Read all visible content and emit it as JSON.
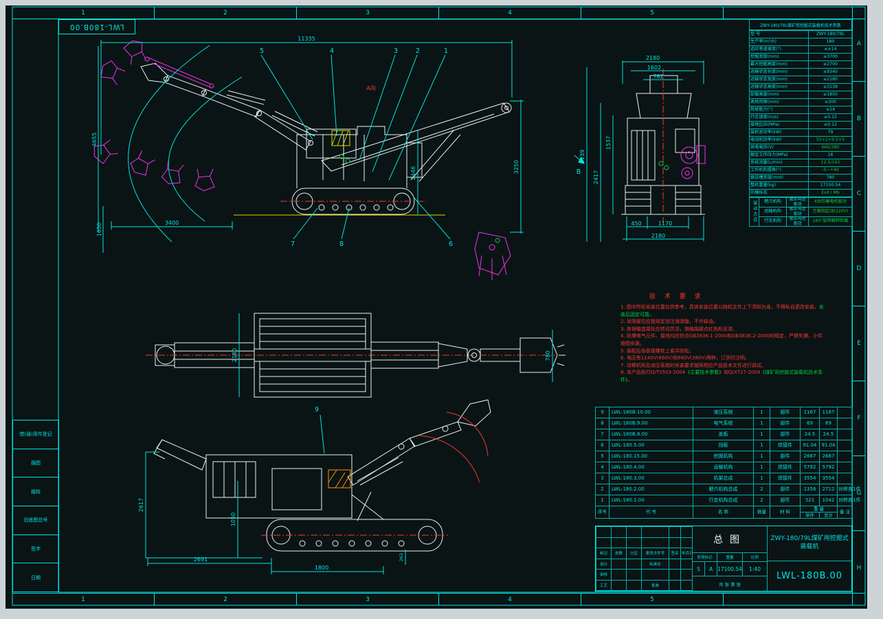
{
  "palette": {
    "canvas_bg": "#0a1414",
    "outer_bg": "#ccd4d8",
    "cyan": "#00e5e5",
    "white": "#e9f2f2",
    "magenta": "#f032f0",
    "red": "#ff3434",
    "green": "#00cc44",
    "yellow": "#d8d800"
  },
  "frame": {
    "corner_number": "LWL-180B.00",
    "top_zones": [
      "1",
      "2",
      "3",
      "4",
      "5",
      ""
    ],
    "bottom_zones": [
      "1",
      "2",
      "3",
      "4",
      "5",
      ""
    ],
    "side_zones": [
      "A",
      "B",
      "C",
      "D",
      "E",
      "F",
      "G",
      "H"
    ]
  },
  "left_strip": {
    "boxes": [
      "借(通)用件登记",
      "描图",
      "描校",
      "旧底图总号",
      "签字",
      "日期"
    ]
  },
  "spec_table": {
    "title": "ZWY-180/79L煤矿用挖掘式装载机技术参数",
    "rows": [
      {
        "l": "型 号",
        "v": "ZWY-180/79L"
      },
      {
        "l": "生产率(m³/h)",
        "v": "180"
      },
      {
        "l": "适应巷道坡度(°)",
        "v": "≤±14"
      },
      {
        "l": "挖掘宽度(mm)",
        "v": "≥3700"
      },
      {
        "l": "最大挖掘高度(mm)",
        "v": "≥2700"
      },
      {
        "l": "运输状态长度(mm)",
        "v": "≤9340"
      },
      {
        "l": "运输状态宽度(mm)",
        "v": "≤2180"
      },
      {
        "l": "运输状态高度(mm)",
        "v": "≤3139"
      },
      {
        "l": "卸载高度(mm)",
        "v": "≥1850"
      },
      {
        "l": "离地间隙(mm)",
        "v": "≥300"
      },
      {
        "l": "爬坡能力(°)",
        "v": "≤14"
      },
      {
        "l": "行走速度(m/s)",
        "v": "≥0.15"
      },
      {
        "l": "接地比压(MPa)",
        "v": "≤0.12"
      },
      {
        "l": "装机总功率(kW)",
        "v": "79"
      },
      {
        "l": "电动机功率(kW)",
        "v": "55+2×9.5+5",
        "c": "#00cc44"
      },
      {
        "l": "供电电压(V)",
        "v": "660/380",
        "c": "#00cc44"
      },
      {
        "l": "额定工作压力(MPa)",
        "v": "16"
      },
      {
        "l": "系统流量(L/min)",
        "v": "12.5/163",
        "c": "#00cc44"
      },
      {
        "l": "工作机构摆角(°)",
        "v": "-5~+40",
        "c": "#00cc44"
      },
      {
        "l": "输送槽宽度(mm)",
        "v": "780"
      },
      {
        "l": "整机重量(kg)",
        "v": "17100.54"
      },
      {
        "l": "防爆标志",
        "v": "Exd I Mb",
        "c": "#00cc44"
      }
    ],
    "drive": {
      "label": "驱动方式",
      "rows": [
        {
          "a": "耙爪机构",
          "b": "液压马达驱动",
          "c": "4台防爆电机驱动"
        },
        {
          "a": "运输机构",
          "b": "液压马达驱动",
          "c": "空载软起动(220V)"
        },
        {
          "a": "行走机构",
          "b": "液压马达驱动",
          "c": "180°旋转翻转卸载"
        }
      ]
    }
  },
  "views": {
    "side": {
      "label": "A向",
      "dims": {
        "total_length": "11335",
        "envelope_height": "4655",
        "track_center": "3400",
        "front_height": "1650",
        "body_height": "2446",
        "discharge_height": "3250"
      },
      "callouts": [
        "1",
        "2",
        "3",
        "4",
        "5",
        "6",
        "7",
        "8"
      ]
    },
    "rear": {
      "label": "B",
      "dims": {
        "width": "2180",
        "w2": "1602",
        "w3": "782",
        "h1": "3139",
        "h2": "2417",
        "h3": "1537",
        "b1": "450",
        "b2": "1170",
        "b3": "2180"
      }
    },
    "top": {
      "dims": {
        "width": "2180",
        "chute": "780"
      }
    },
    "transport": {
      "callout": "9",
      "dims": {
        "h1": "2617",
        "h2": "1050",
        "l1": "2691",
        "l2": "1800",
        "l3": "262"
      }
    }
  },
  "tech_req": {
    "title": "技 术 要 求",
    "items": [
      [
        {
          "t": "1. 图中所标安装位置仅供参考，具体安装位置以随机文件上下须知为准，不得私自更改安装，",
          "c": "#ff3434"
        },
        {
          "t": "安装后固定可靠。",
          "c": "#00cc44"
        }
      ],
      [
        {
          "t": "2. 润滑部位应按规定加注润滑脂，不许缺油。",
          "c": "#ff3434"
        }
      ],
      [
        {
          "t": "3. 各销轴连接处应转动灵活，销轴端部点红色标志漆。",
          "c": "#ff3434"
        }
      ],
      [
        {
          "t": "4. 防爆电气元件、接线均应符合GB3836.1-2000和GB3836.2-2000的规定，严禁失爆，小件按图安装。",
          "c": "#ff3434"
        }
      ],
      [
        {
          "t": "5. 装配后各联接螺栓上紧并防松。",
          "c": "#ff3434"
        }
      ],
      [
        {
          "t": "6. 电压有1140V(660V)和660V(380V)两种，订货时注明。",
          "c": "#ff3434"
        }
      ],
      [
        {
          "t": "7. 动臂机构及液压系统的安装要求按照相应产品技术文件进行调试。",
          "c": "#ff3434"
        }
      ],
      [
        {
          "t": "8. 本产品执行Q/TS503-2004",
          "c": "#ff3434"
        },
        {
          "t": "《主要技术参数》",
          "c": "#00cc44"
        },
        {
          "t": "和Q/XT27-2009",
          "c": "#ff3434"
        },
        {
          "t": "《煤矿用挖掘式装载机技术条件》",
          "c": "#00cc44"
        },
        {
          "t": "。",
          "c": "#ff3434"
        }
      ]
    ]
  },
  "bom": {
    "headers": {
      "no": "序号",
      "code": "代 号",
      "name": "名 称",
      "qty": "数量",
      "mat": "材 料",
      "weight": "重 量",
      "unit": "单件",
      "total": "总计",
      "note": "备 注"
    },
    "rows": [
      {
        "no": "9",
        "code": "LWL-180B.10.00",
        "name": "液压系统",
        "qty": "1",
        "mat": "部件",
        "unit": "1167",
        "total": "1167",
        "note": ""
      },
      {
        "no": "8",
        "code": "LWL-180B.9.00",
        "name": "电气系统",
        "qty": "1",
        "mat": "部件",
        "unit": "69",
        "total": "69",
        "note": ""
      },
      {
        "no": "7",
        "code": "LWL-180B.8.00",
        "name": "盖板",
        "qty": "1",
        "mat": "部件",
        "unit": "24.5",
        "total": "24.5",
        "note": ""
      },
      {
        "no": "6",
        "code": "LWL-180.5.00",
        "name": "挡板",
        "qty": "1",
        "mat": "焊接件",
        "unit": "91.04",
        "total": "91.04",
        "note": ""
      },
      {
        "no": "5",
        "code": "LWL-180.15.00",
        "name": "挖掘机构",
        "qty": "1",
        "mat": "部件",
        "unit": "2667",
        "total": "2667",
        "note": ""
      },
      {
        "no": "4",
        "code": "LWL-180.4.00",
        "name": "运输机构",
        "qty": "1",
        "mat": "焊接件",
        "unit": "5792",
        "total": "5792",
        "note": ""
      },
      {
        "no": "3",
        "code": "LWL-180.3.00",
        "name": "机架总成",
        "qty": "1",
        "mat": "焊接件",
        "unit": "3554",
        "total": "3554",
        "note": ""
      },
      {
        "no": "2",
        "code": "LWL-180.2.00",
        "name": "耙爪机构总成",
        "qty": "2",
        "mat": "部件",
        "unit": "1356",
        "total": "2712",
        "note": "对称各1件"
      },
      {
        "no": "1",
        "code": "LWL-180.1.00",
        "name": "行走机构总成",
        "qty": "2",
        "mat": "部件",
        "unit": "521",
        "total": "1042",
        "note": "对称各1件"
      }
    ]
  },
  "title_block": {
    "rev_cols": [
      "标记",
      "处数",
      "分区",
      "更改文件号",
      "签名",
      "年月日"
    ],
    "sign_labels": {
      "design": "设计",
      "standard": "标准化",
      "check": "审核",
      "craft": "工艺",
      "approve": "批准"
    },
    "stage_label": "阶段标记",
    "weight_label": "重量",
    "scale_label": "比例",
    "stage_marks": [
      "S",
      "A"
    ],
    "weight": "17100.54",
    "scale": "1:40",
    "sheet_note": "共 张 第 张",
    "drawing_title": "总图",
    "product_name": "ZWY-180/79L煤矿用挖掘式装载机",
    "drawing_number": "LWL-180B.00"
  }
}
